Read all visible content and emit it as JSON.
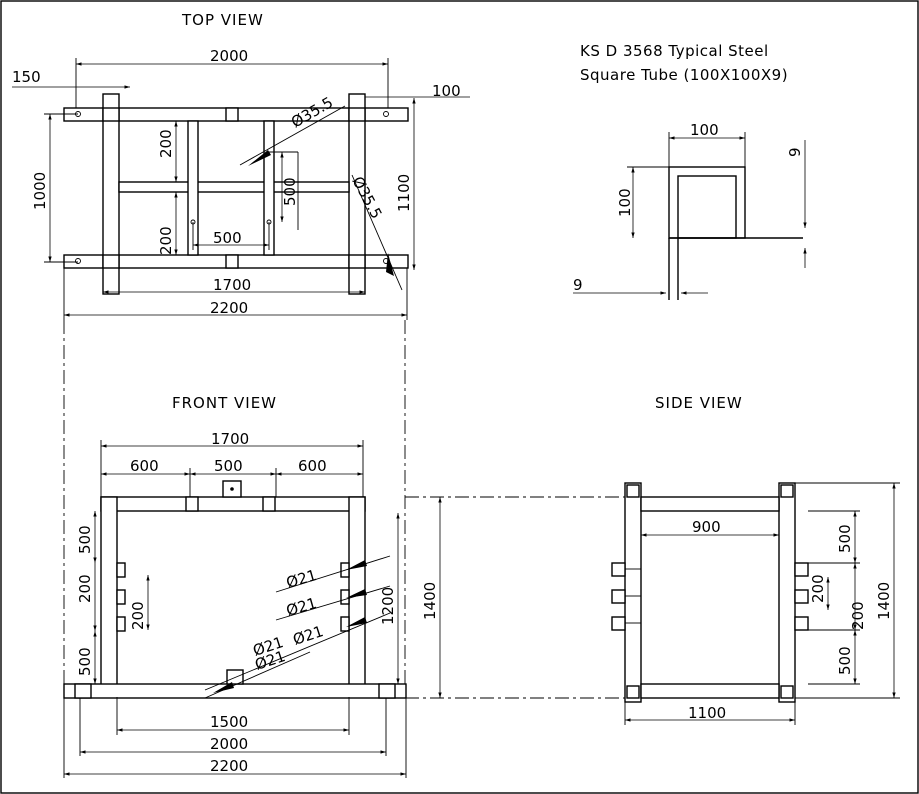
{
  "views": {
    "top": "TOP VIEW",
    "front": "FRONT VIEW",
    "side": "SIDE VIEW"
  },
  "note": {
    "line1": "KS D 3568 Typical  Steel",
    "line2": "Square Tube (100X100X9)"
  },
  "top_dims": {
    "overall_top": "2000",
    "left_offset": "150",
    "right_offset": "100",
    "hole_dia_1": "Ø35.5",
    "hole_dia_2": "Ø35.5",
    "spacing_200_a": "200",
    "spacing_200_b": "200",
    "height_1000": "1000",
    "height_1100": "1100",
    "inner_500_v": "500",
    "inner_500_h": "500",
    "width_1700": "1700",
    "width_2200": "2200"
  },
  "tube_dims": {
    "width": "100",
    "height": "100",
    "wall_top": "9",
    "wall_bottom": "9"
  },
  "front_dims": {
    "width_1700": "1700",
    "seg_600_left": "600",
    "seg_500_mid": "500",
    "seg_600_right": "600",
    "left_500_top": "500",
    "left_200": "200",
    "left_500_bottom": "500",
    "inner_200": "200",
    "dia_21_a": "Ø21",
    "dia_21_b": "Ø21",
    "dia_21_c": "Ø21",
    "dia_21_d": "Ø21",
    "dia_21_e": "Ø21",
    "right_1200": "1200",
    "height_1400": "1400",
    "width_1500": "1500",
    "width_2000": "2000",
    "width_2200": "2200"
  },
  "side_dims": {
    "inner_900": "900",
    "right_500_top": "500",
    "right_200": "200",
    "right_200_b": "200",
    "right_500_bottom": "500",
    "height_1400": "1400",
    "width_1100": "1100"
  }
}
